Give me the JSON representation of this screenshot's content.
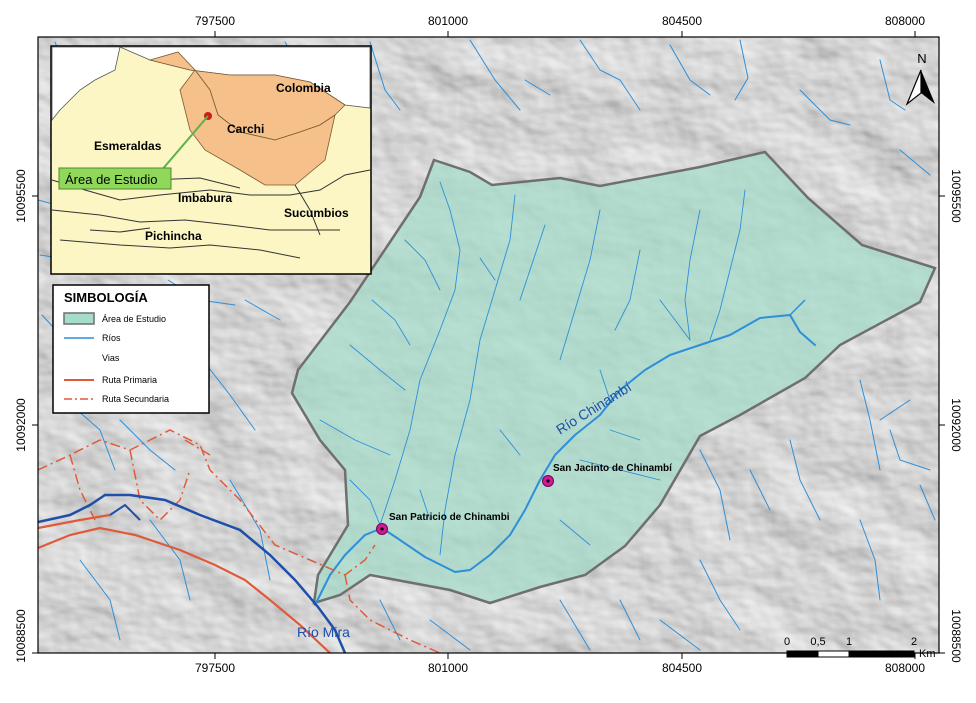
{
  "grid": {
    "x_labels": [
      "797500",
      "801000",
      "804500",
      "808000"
    ],
    "y_labels": [
      "10095500",
      "10092000",
      "10088500"
    ]
  },
  "inset": {
    "labels": {
      "colombia": "Colombia",
      "carchi": "Carchi",
      "esmeraldas": "Esmeraldas",
      "imbabura": "Imbabura",
      "sucumbios": "Sucumbios",
      "pichincha": "Pichincha"
    },
    "callout": "Área de Estudio"
  },
  "legend": {
    "title": "SIMBOLOGÍA",
    "items": [
      {
        "label": "Área de Estudio",
        "symbol": "polygon"
      },
      {
        "label": "Ríos",
        "symbol": "river"
      },
      {
        "label": "Vias",
        "symbol": "none"
      },
      {
        "label": "Ruta Primaria",
        "symbol": "primary"
      },
      {
        "label": "Ruta Secundaria",
        "symbol": "secondary"
      }
    ]
  },
  "places": {
    "san_jacinto": "San Jacinto de Chinambí",
    "san_patricio": "San Patricio de Chinambi"
  },
  "rivers": {
    "chinambi": "Río Chinambí",
    "mira": "Río Mira"
  },
  "north": "N",
  "scale": {
    "ticks": [
      "0",
      "0,5",
      "1",
      "2"
    ],
    "unit": "Km"
  },
  "colors": {
    "study_area": "#a6dccb",
    "river": "#2e8fd8",
    "primary_road": "#e05a3a",
    "secondary_road": "#e05a3a",
    "mira": "#1f4fa8",
    "carchi": "#f5c08a",
    "inset_bg": "#fbf6c4",
    "point": "#d01a9a"
  },
  "icons": {
    "north_arrow": "north-arrow-icon",
    "village_marker": "village-marker-icon"
  }
}
